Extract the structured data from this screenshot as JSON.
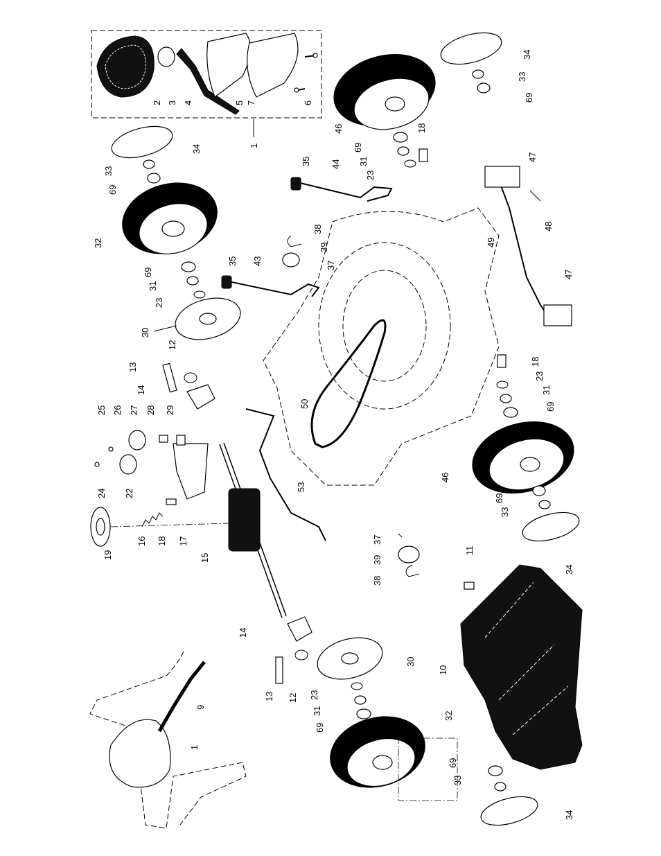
{
  "labels": {
    "l1_kit": "1",
    "l2": "2",
    "l3": "3",
    "l4": "4",
    "l5": "5",
    "l6": "6",
    "l7": "7",
    "l1_bag": "1",
    "l9": "9",
    "l10": "10",
    "l11": "11",
    "l12_top": "12",
    "l12_bot": "12",
    "l13_top": "13",
    "l13_bot": "13",
    "l14_top": "14",
    "l14_bot": "14",
    "l15": "15",
    "l16": "16",
    "l17": "17",
    "l18_pulley": "18",
    "l18_top": "18",
    "l18_right": "18",
    "l19": "19",
    "l22": "22",
    "l24": "24",
    "l25": "25",
    "l26": "26",
    "l27": "27",
    "l28": "28",
    "l29": "29",
    "l30_top": "30",
    "l30_bot": "30",
    "l31_a": "31",
    "l31_b": "31",
    "l31_c": "31",
    "l31_d": "31",
    "l32_top": "32",
    "l32_bot": "32",
    "l33_a": "33",
    "l33_b": "33",
    "l33_c": "33",
    "l33_d": "33",
    "l34_a": "34",
    "l34_b": "34",
    "l34_c": "34",
    "l34_d": "34",
    "l35_a": "35",
    "l35_b": "35",
    "l37_a": "37",
    "l37_b": "37",
    "l38_a": "38",
    "l38_b": "38",
    "l39_a": "39",
    "l39_b": "39",
    "l43": "43",
    "l44": "44",
    "l46_top": "46",
    "l46_bot": "46",
    "l47_a": "47",
    "l47_b": "47",
    "l48": "48",
    "l49": "49",
    "l50": "50",
    "l53": "53",
    "l69_a": "69",
    "l69_b": "69",
    "l69_c": "69",
    "l69_d": "69",
    "l69_e": "69",
    "l69_f": "69",
    "l69_g": "69",
    "l69_h": "69",
    "l23_a": "23",
    "l23_b": "23",
    "l23_c": "23",
    "l23_d": "23"
  }
}
